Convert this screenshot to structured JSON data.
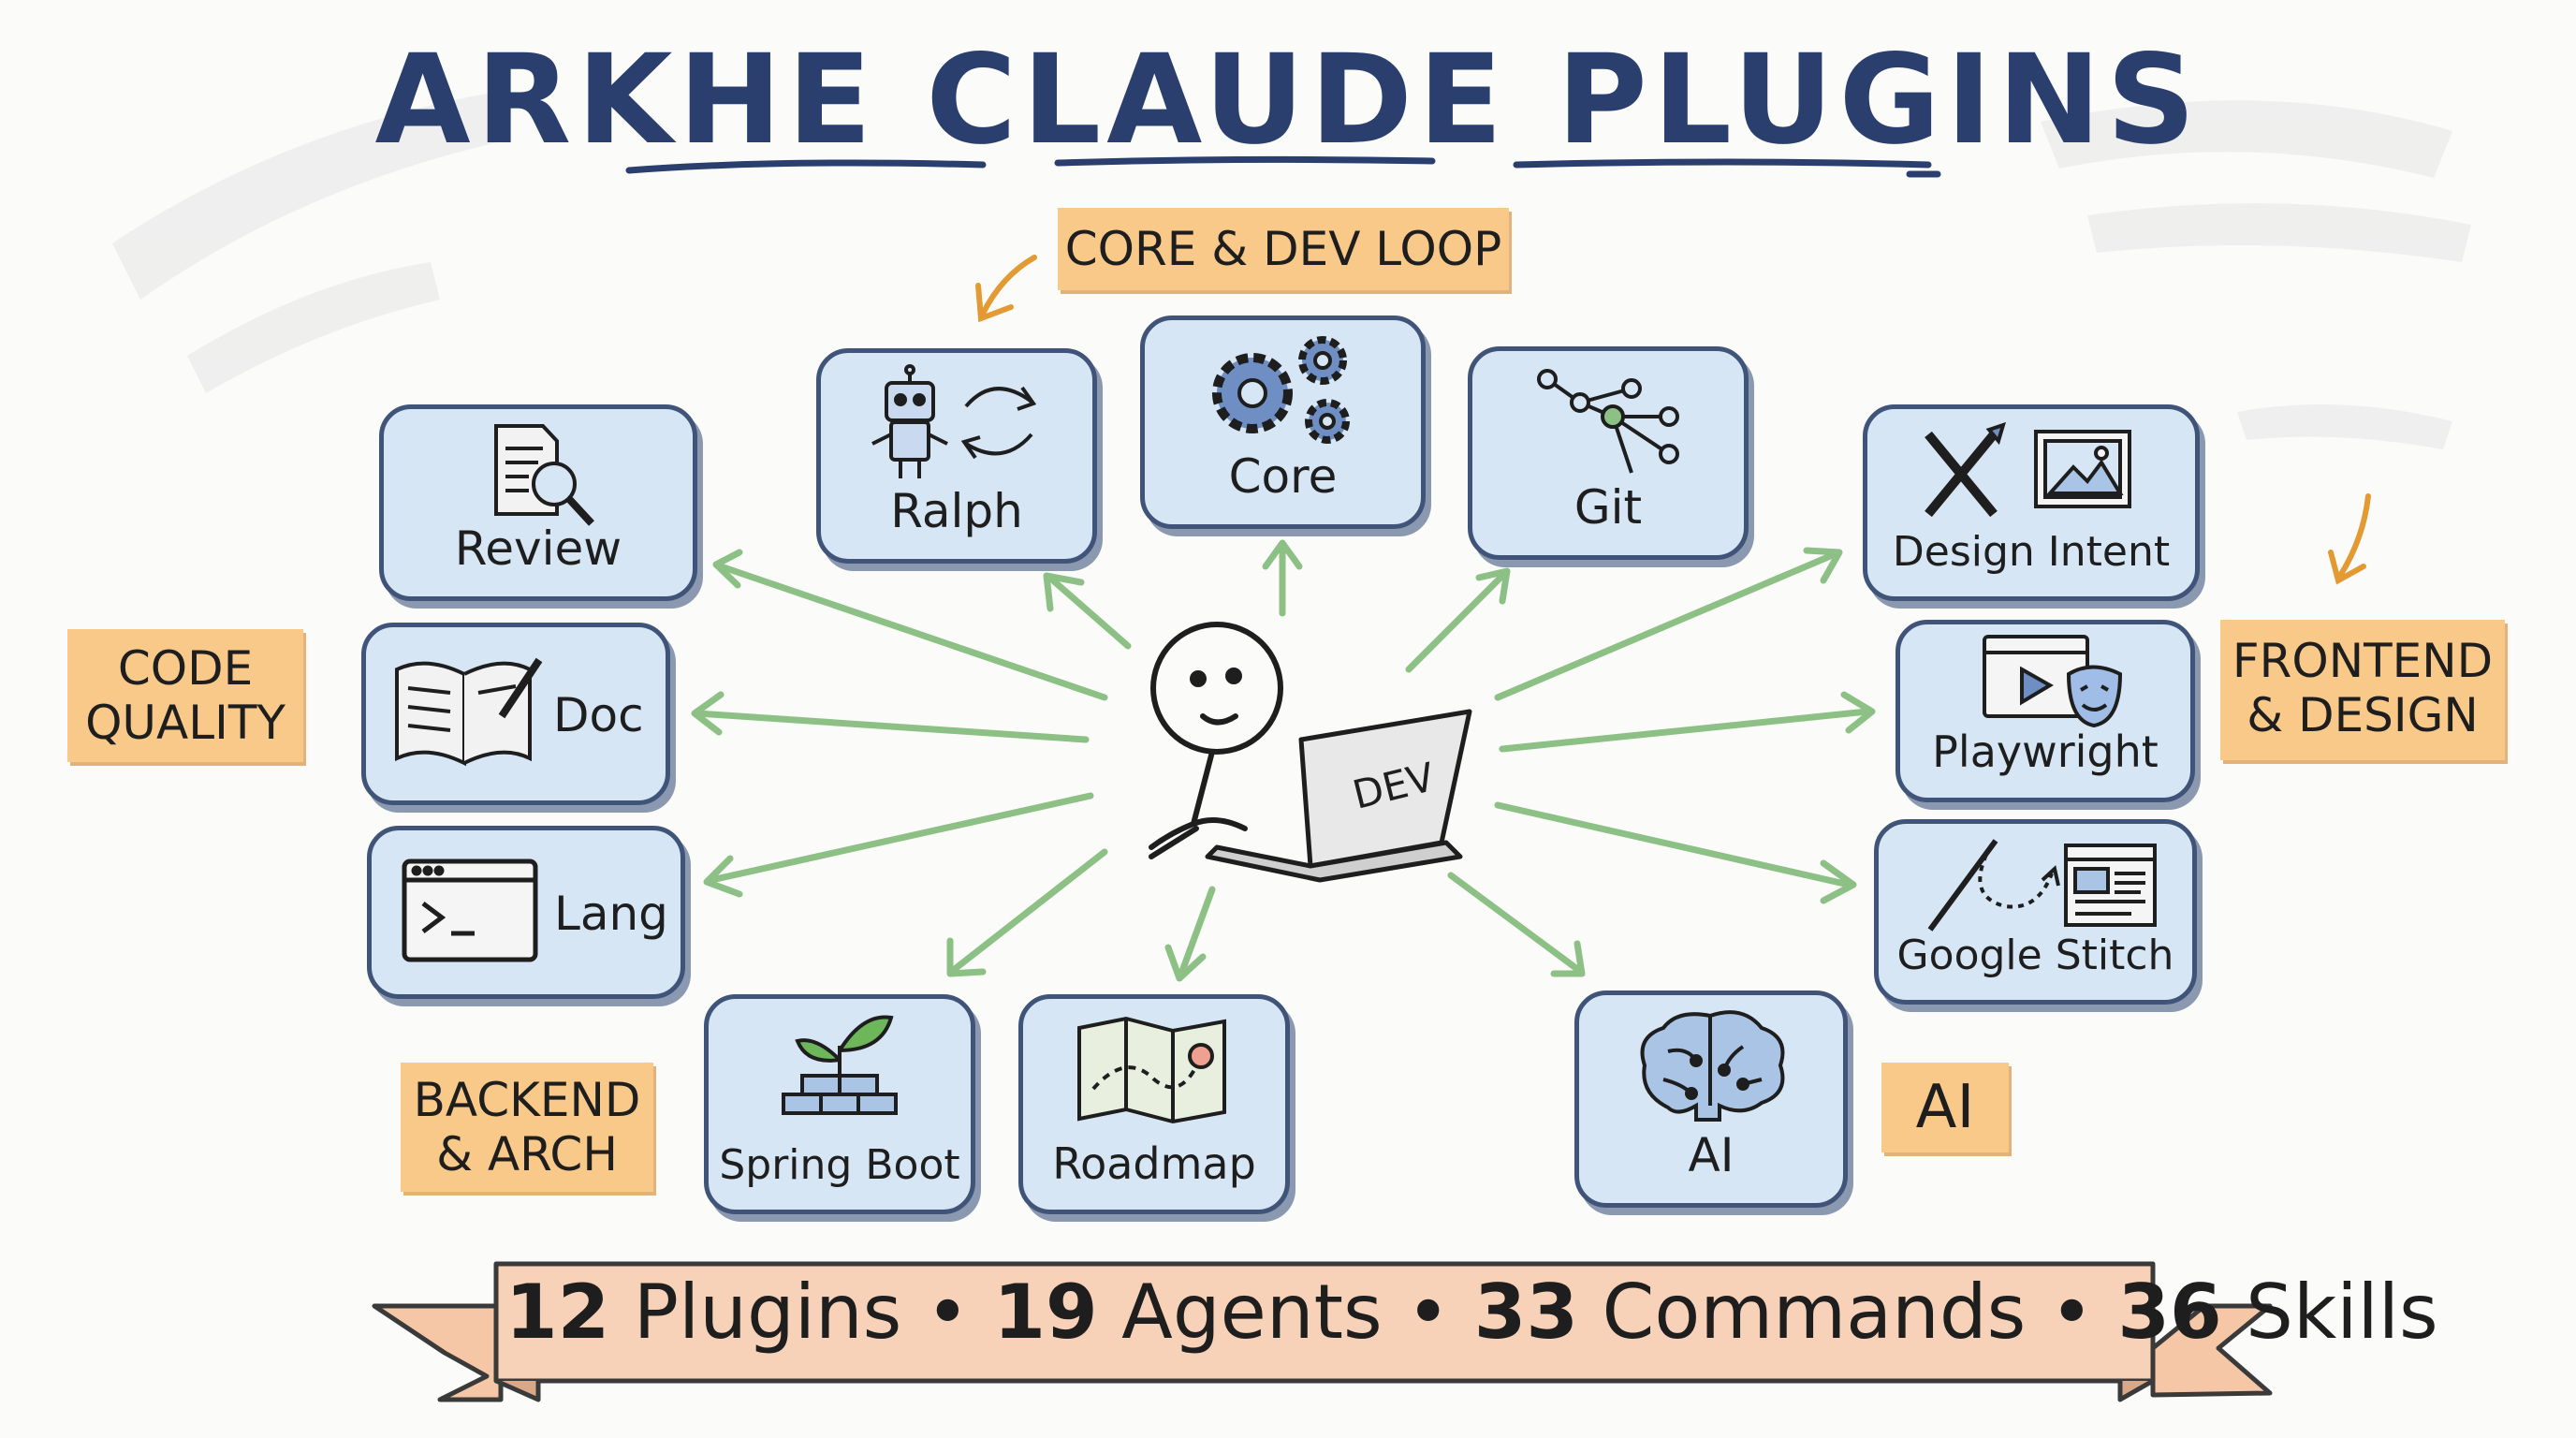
{
  "title": "ARKHE CLAUDE PLUGINS",
  "center": {
    "laptop_label": "DEV"
  },
  "plugins": {
    "review": "Review",
    "doc": "Doc",
    "lang": "Lang",
    "spring_boot": "Spring Boot",
    "roadmap": "Roadmap",
    "ralph": "Ralph",
    "core": "Core",
    "git": "Git",
    "design_intent": "Design Intent",
    "playwright": "Playwright",
    "google_stitch": "Google Stitch",
    "ai": "AI"
  },
  "categories": {
    "core_dev_loop": "CORE & DEV LOOP",
    "code_quality_1": "CODE",
    "code_quality_2": "QUALITY",
    "backend_arch_1": "BACKEND",
    "backend_arch_2": "& ARCH",
    "frontend_design_1": "FRONTEND",
    "frontend_design_2": "& DESIGN",
    "ai": "AI"
  },
  "stats": {
    "plugins_count": "12",
    "plugins_label": "Plugins",
    "agents_count": "19",
    "agents_label": "Agents",
    "commands_count": "33",
    "commands_label": "Commands",
    "skills_count": "36",
    "skills_label": "Skills",
    "separator": "•"
  },
  "colors": {
    "card_fill": "#d6e6f5",
    "card_border": "#3f5478",
    "tag_fill": "#f9c98a",
    "arrow": "#8cc084",
    "title": "#2b3f6e",
    "banner_fill": "#f6cdb2"
  },
  "icons": [
    "magnifier-document-icon",
    "open-book-icon",
    "terminal-icon",
    "sprout-bricks-icon",
    "map-icon",
    "robot-cycle-icon",
    "gears-icon",
    "git-branch-icon",
    "brush-image-icon",
    "play-masks-icon",
    "needle-layout-icon",
    "brain-circuit-icon"
  ]
}
